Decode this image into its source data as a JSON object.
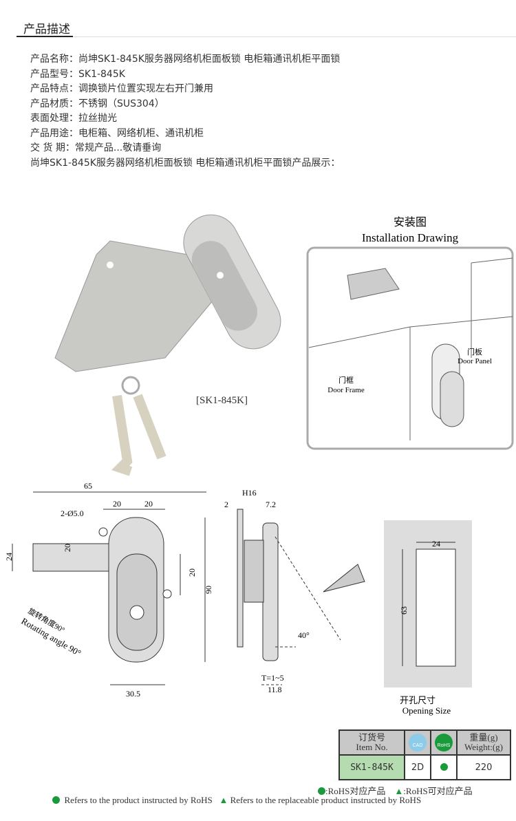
{
  "section_title": "产品描述",
  "info": [
    "产品名称：尚坤SK1-845K服务器网络机柜面板锁 电柜箱通讯机柜平面锁",
    "产品型号：SK1-845K",
    "产品特点：调换锁片位置实现左右开门兼用",
    "产品材质：不锈钢（SUS304）",
    "表面处理：拉丝抛光",
    "产品用途：电柜箱、网络机柜、通讯机柜",
    "交 货 期：常规产品...敬请垂询",
    "尚坤SK1-845K服务器网络机柜面板锁 电柜箱通讯机柜平面锁产品展示："
  ],
  "photo_label": "[SK1-845K]",
  "install": {
    "title_cn": "安装图",
    "title_en": "Installation Drawing",
    "panel_cn": "门板",
    "panel_en": "Door Panel",
    "frame_cn": "门框",
    "frame_en": "Door Frame"
  },
  "dims": {
    "d65": "65",
    "d20a": "20",
    "d20b": "20",
    "hole": "2-Ø5.0",
    "d24": "24",
    "d20c": "20",
    "d20d": "20",
    "d90": "90",
    "d30_5": "30.5",
    "rot_cn": "旋转角度90°",
    "rot_en": "Rotating angle 90°",
    "h16": "H16",
    "d2": "2",
    "d7_2": "7.2",
    "a40": "40°",
    "t": "T=1~5",
    "d11_8": "11.8",
    "o24": "24",
    "o63": "63",
    "open_cn": "开孔尺寸",
    "open_en": "Opening Size"
  },
  "table": {
    "h_item_cn": "订货号",
    "h_item_en": "Item No.",
    "cad": "CAD",
    "rohs": "RoHS",
    "h_w_cn": "重量(g)",
    "h_w_en": "Weight:(g)",
    "item": "SK1-845K",
    "cad_val": "2D",
    "weight": "220"
  },
  "legend": {
    "l1a": ":RoHS对应产品",
    "l1b": ":RoHS可对应产品",
    "l2a": "Refers to the product instructed by RoHS",
    "l2b": "Refers to the replaceable product instructed by RoHS"
  },
  "colors": {
    "rohs_green": "#1a9a3a",
    "item_bg": "#b5dcb0",
    "header_bg": "#c8c8c8"
  }
}
